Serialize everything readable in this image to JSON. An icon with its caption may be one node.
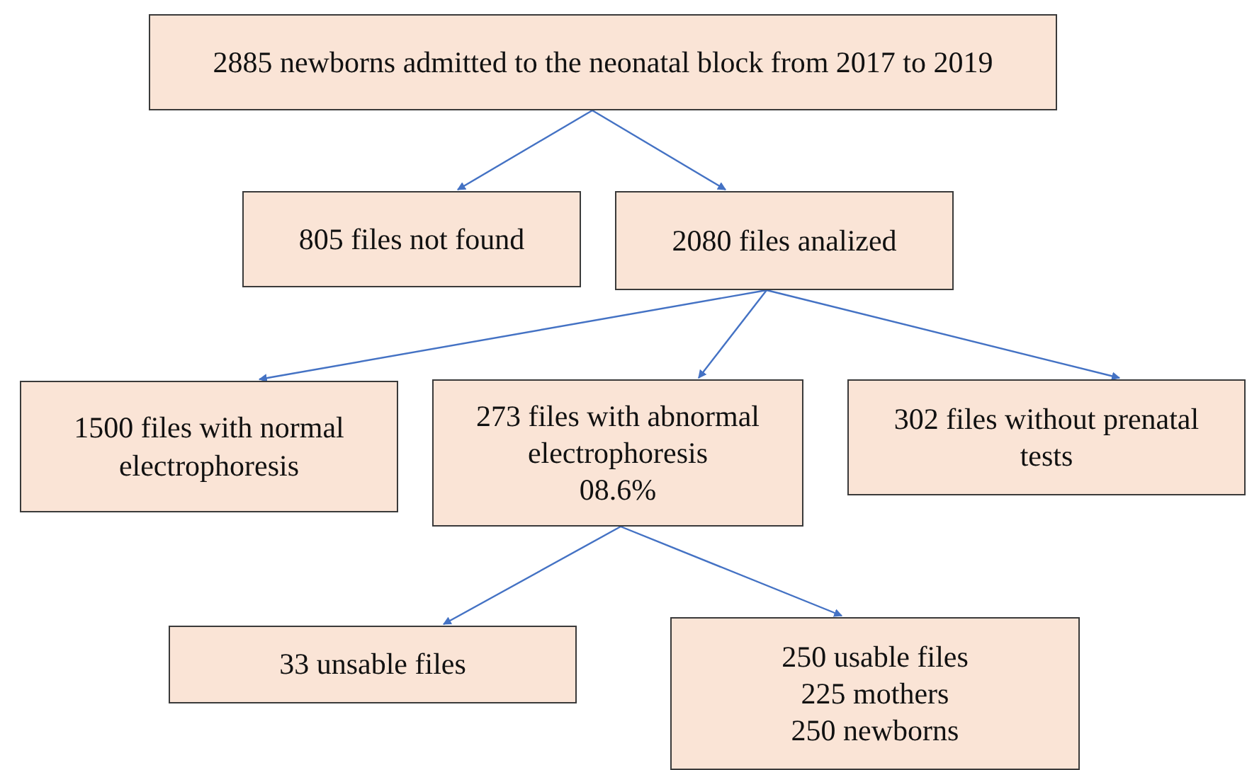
{
  "diagram": {
    "nodes": [
      {
        "text": [
          "2885 newborns admitted to the neonatal block from 2017 to 2019"
        ]
      },
      {
        "text": [
          "805 files not found"
        ]
      },
      {
        "text": [
          "2080 files analized"
        ]
      },
      {
        "text": [
          "1500 files with normal electrophoresis"
        ]
      },
      {
        "text": [
          "273 files with abnormal electrophoresis",
          "08.6%"
        ]
      },
      {
        "text": [
          "302 files without prenatal tests"
        ]
      },
      {
        "text": [
          "33 unsable files"
        ]
      },
      {
        "text": [
          "250 usable files",
          "225 mothers",
          "250 newborns"
        ]
      }
    ],
    "edges": [
      {
        "from": 0,
        "to": 1,
        "arrow": "to"
      },
      {
        "from": 0,
        "to": 2,
        "arrow": "to"
      },
      {
        "from": 2,
        "to": 3,
        "arrow": "to"
      },
      {
        "from": 2,
        "to": 4,
        "arrow": "to"
      },
      {
        "from": 2,
        "to": 5,
        "arrow": "to"
      },
      {
        "from": 4,
        "to": 6,
        "arrow": "to"
      },
      {
        "from": 4,
        "to": 7,
        "arrow": "to"
      }
    ]
  }
}
